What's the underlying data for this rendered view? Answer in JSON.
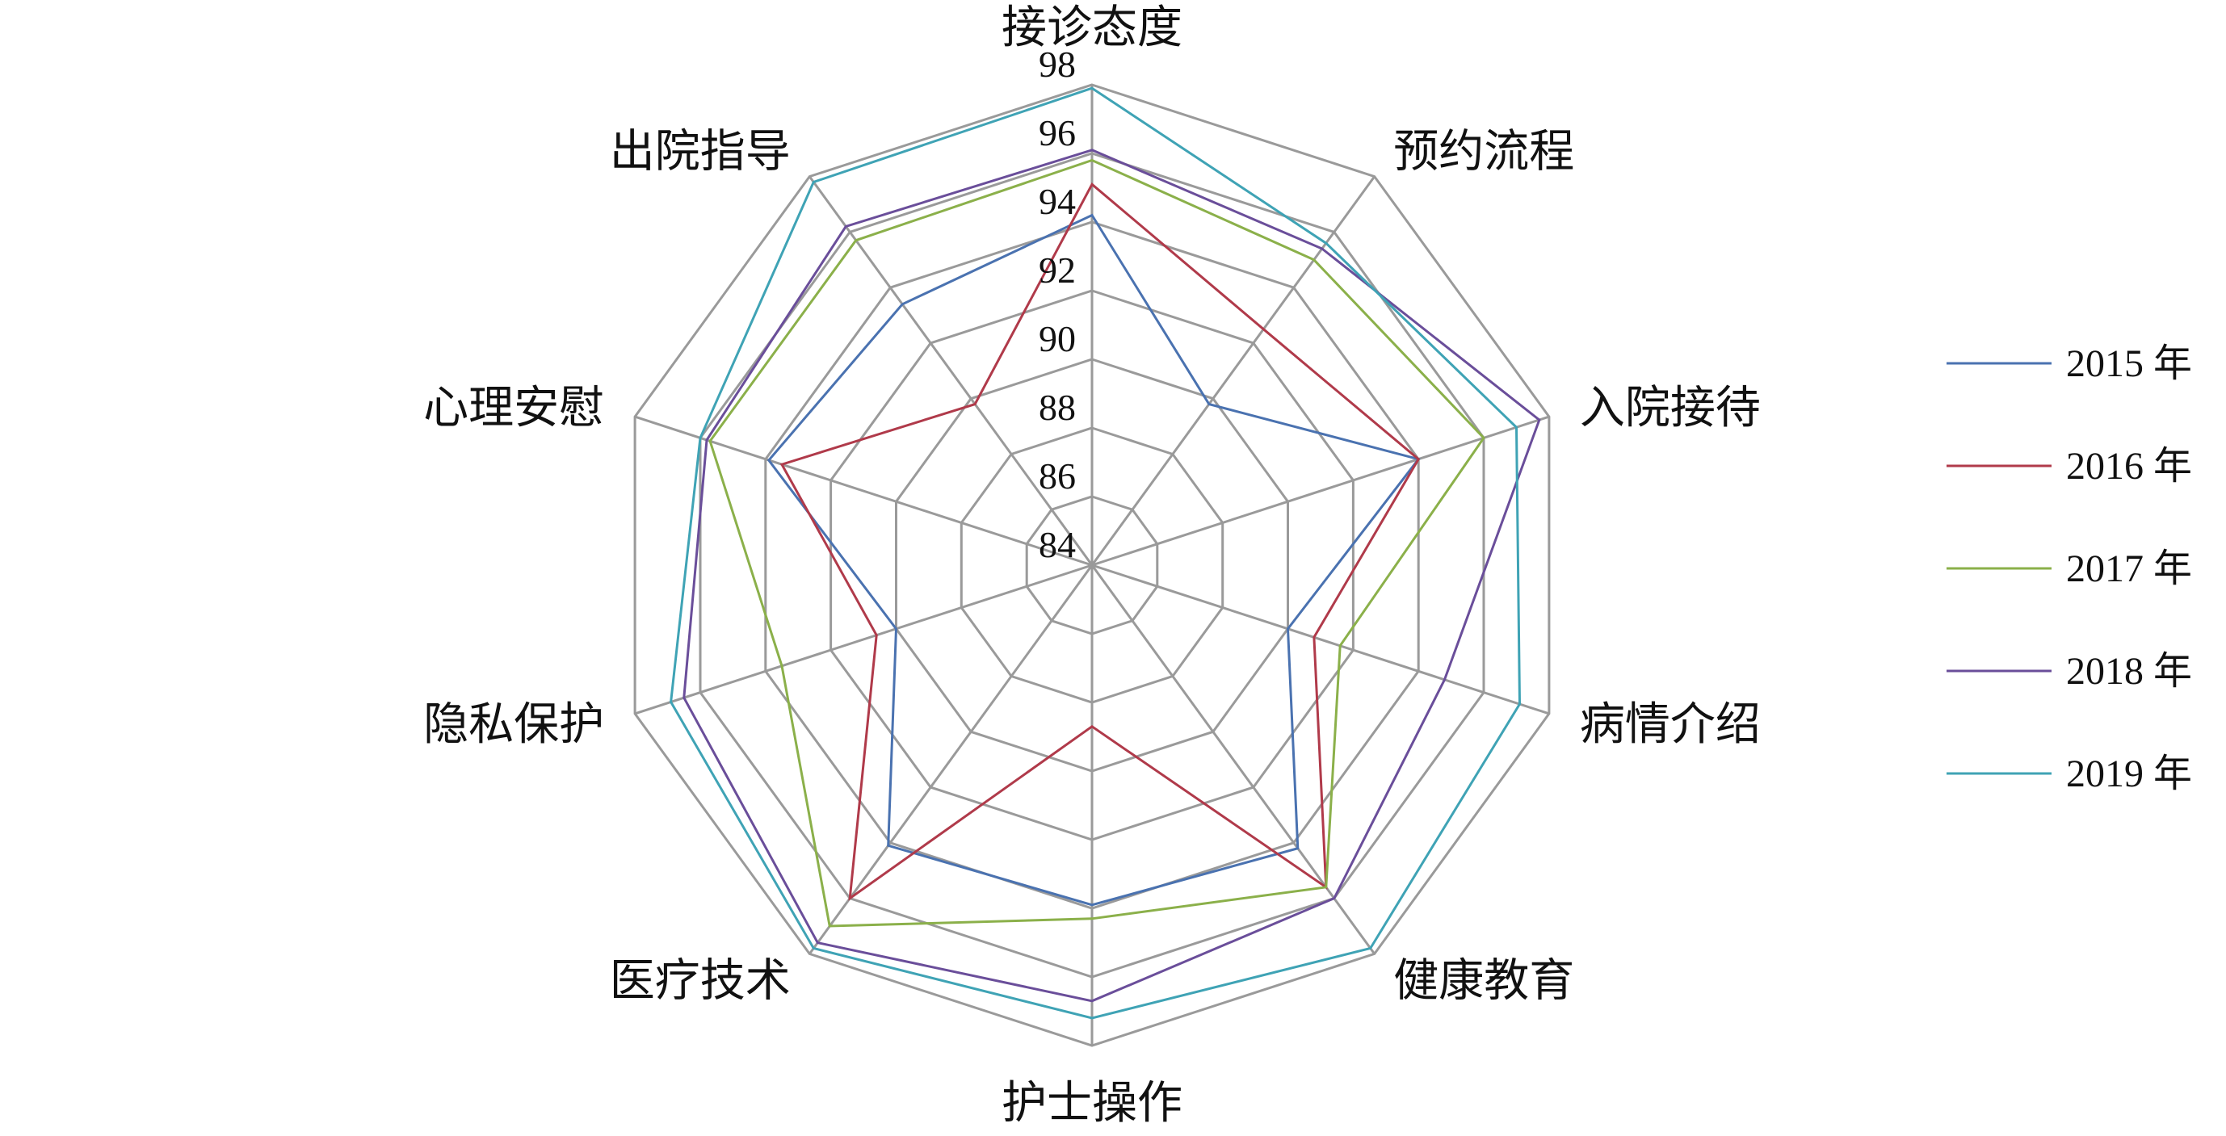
{
  "chart_data": {
    "type": "radar",
    "axes": [
      "接诊态度",
      "预约流程",
      "入院接待",
      "病情介绍",
      "健康教育",
      "护士操作",
      "医疗技术",
      "隐私保护",
      "心理安慰",
      "出院指导"
    ],
    "rlim": [
      84,
      98
    ],
    "ticks": [
      84,
      86,
      88,
      90,
      92,
      94,
      96,
      98
    ],
    "tick_labels": [
      "84",
      "86",
      "88",
      "90",
      "92",
      "94",
      "96",
      "98"
    ],
    "grid": true,
    "legend_position": "right",
    "series": [
      {
        "name": "2015 年",
        "color": "#4a72b0",
        "values": [
          94.2,
          89.8,
          94.0,
          90.0,
          94.2,
          93.9,
          94.1,
          90.0,
          93.9,
          93.4
        ]
      },
      {
        "name": "2016 年",
        "color": "#b03a4a",
        "values": [
          95.1,
          92.5,
          94.0,
          90.8,
          95.6,
          88.7,
          96.0,
          90.6,
          93.5,
          89.8
        ]
      },
      {
        "name": "2017 年",
        "color": "#8bb04a",
        "values": [
          95.8,
          95.0,
          96.0,
          91.6,
          95.6,
          94.3,
          97.0,
          93.5,
          95.7,
          95.7
        ]
      },
      {
        "name": "2018 年",
        "color": "#6a4e9a",
        "values": [
          96.1,
          95.4,
          97.7,
          94.8,
          96.0,
          96.7,
          97.6,
          96.5,
          95.8,
          96.2
        ]
      },
      {
        "name": "2019 年",
        "color": "#3fa3b5",
        "values": [
          97.9,
          95.6,
          97.0,
          97.1,
          97.8,
          97.2,
          97.8,
          96.9,
          96.0,
          97.8
        ]
      }
    ]
  }
}
